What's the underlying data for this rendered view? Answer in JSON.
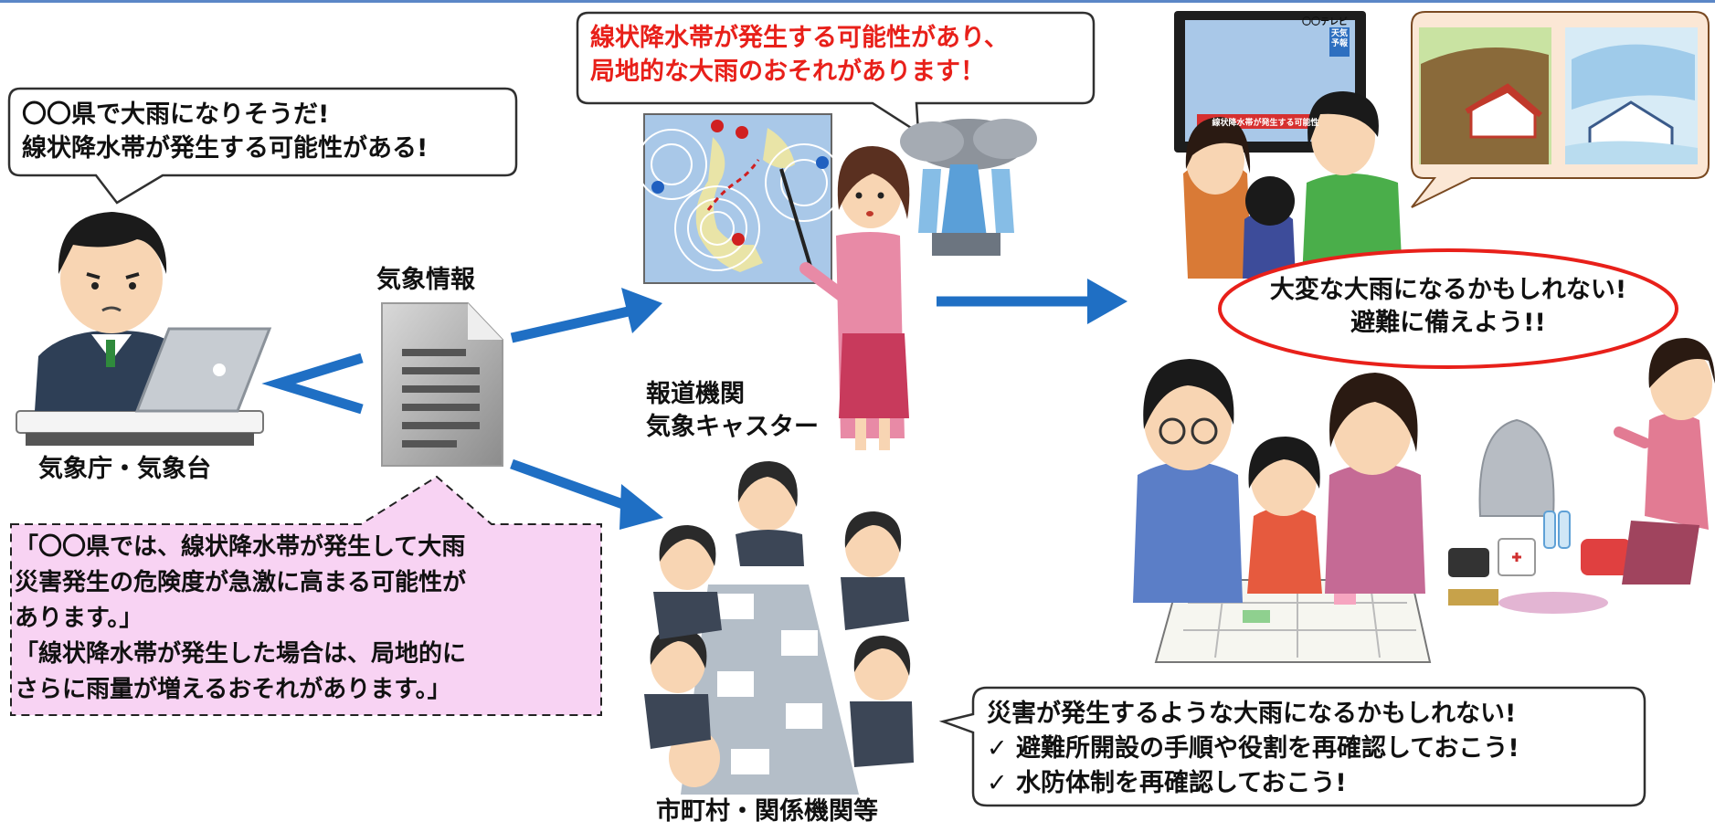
{
  "bubbles": {
    "jma_speech": "〇〇県で大雨になりそうだ!\n線状降水帯が発生する可能性がある!",
    "caster_speech": "線状降水帯が発生する可能性があり、\n局地的な大雨のおそれがあります！",
    "family_speech": "大変な大雨になるかもしれない!\n避難に備えよう!!",
    "municipality_speech": "災害が発生するような大雨になるかもしれない!\n✓ 避難所開設の手順や役割を再確認しておこう!\n✓ 水防体制を再確認しておこう!",
    "info_note": "「〇〇県では、線状降水帯が発生して大雨\n災害発生の危険度が急激に高まる可能性が\nあります。」\n「線状降水帯が発生した場合は、局地的に\nさらに雨量が増えるおそれがあります。」"
  },
  "labels": {
    "jma": "気象庁・気象台",
    "info": "気象情報",
    "media": "報道機関\n気象キャスター",
    "municipality": "市町村・関係機関等"
  },
  "tv": {
    "channel": "〇〇テレビ",
    "program": "天気\n予報",
    "caption": "線状降水帯が発生する可能性"
  },
  "colors": {
    "arrow": "#1f6fc4",
    "alert_red": "#e8201a",
    "note_pink": "#f8d3f3",
    "bubble_border": "#303030",
    "hazard_bubble": "#fbe7d5"
  },
  "icons": [
    "document-icon",
    "weather-map-icon",
    "rain-cloud-icon",
    "television-icon",
    "landslide-icon",
    "flood-icon",
    "emergency-supplies-icon"
  ]
}
